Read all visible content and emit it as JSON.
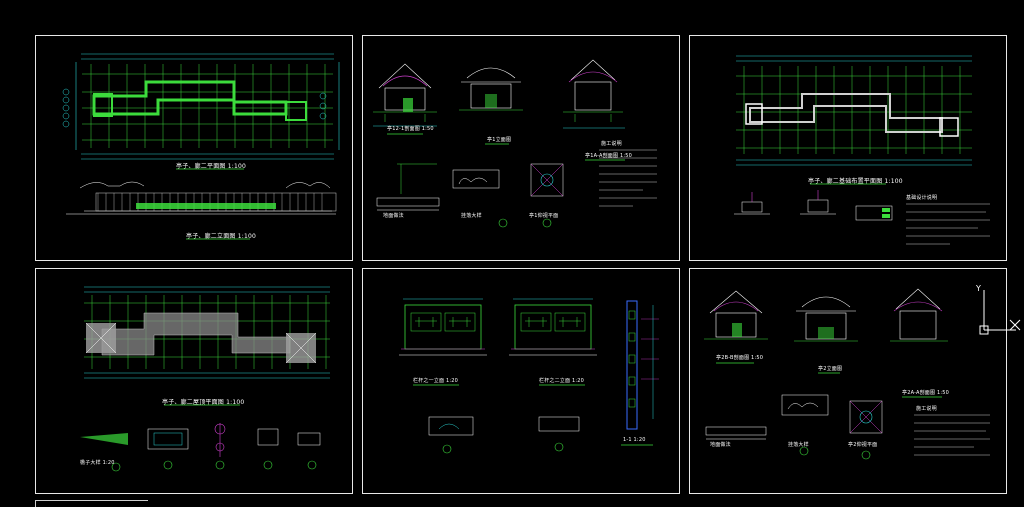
{
  "viewport": {
    "background": "#000000"
  },
  "colors": {
    "grid": "#3cdc3c",
    "dim": "#2ad0d0",
    "white": "#ffffff",
    "magenta": "#d040d0",
    "blue": "#3a6cff",
    "frame": "#e8e8e8"
  },
  "sheets": {
    "s1": {
      "cap_plan": "亭子、廊二平面图 1:100",
      "cap_elev": "亭子、廊二立面图 1:100"
    },
    "s2": {
      "cap_a": "亭12-1剖面图 1:50",
      "cap_b": "亭1立面图",
      "cap_c": "亭1A-A剖面图 1:50",
      "cap_d": "地面做法",
      "cap_e": "挂落大样",
      "cap_f": "亭1仰视平面",
      "notes_title": "施工说明"
    },
    "s3": {
      "cap_plan": "亭子、廊二基础布置平面图 1:100",
      "notes_title": "基础设计说明"
    },
    "s4": {
      "cap_plan": "亭子、廊二屋顶平面图 1:100",
      "cap_detail": "檐子大样 1:20"
    },
    "s5": {
      "cap_a": "栏杆之一立面 1:20",
      "cap_b": "栏杆之二立面 1:20",
      "cap_c": "1-1 1:20"
    },
    "s6": {
      "cap_a": "亭2B-B剖面图 1:50",
      "cap_b": "亭2立面图",
      "cap_c": "亭2A-A剖面图 1:50",
      "cap_d": "地面做法",
      "cap_e": "挂落大样",
      "cap_f": "亭2仰视平面",
      "notes_title": "施工说明"
    }
  },
  "ucs": {
    "y_label": "Y",
    "cursor_icon": "crosshair-cursor-icon"
  }
}
